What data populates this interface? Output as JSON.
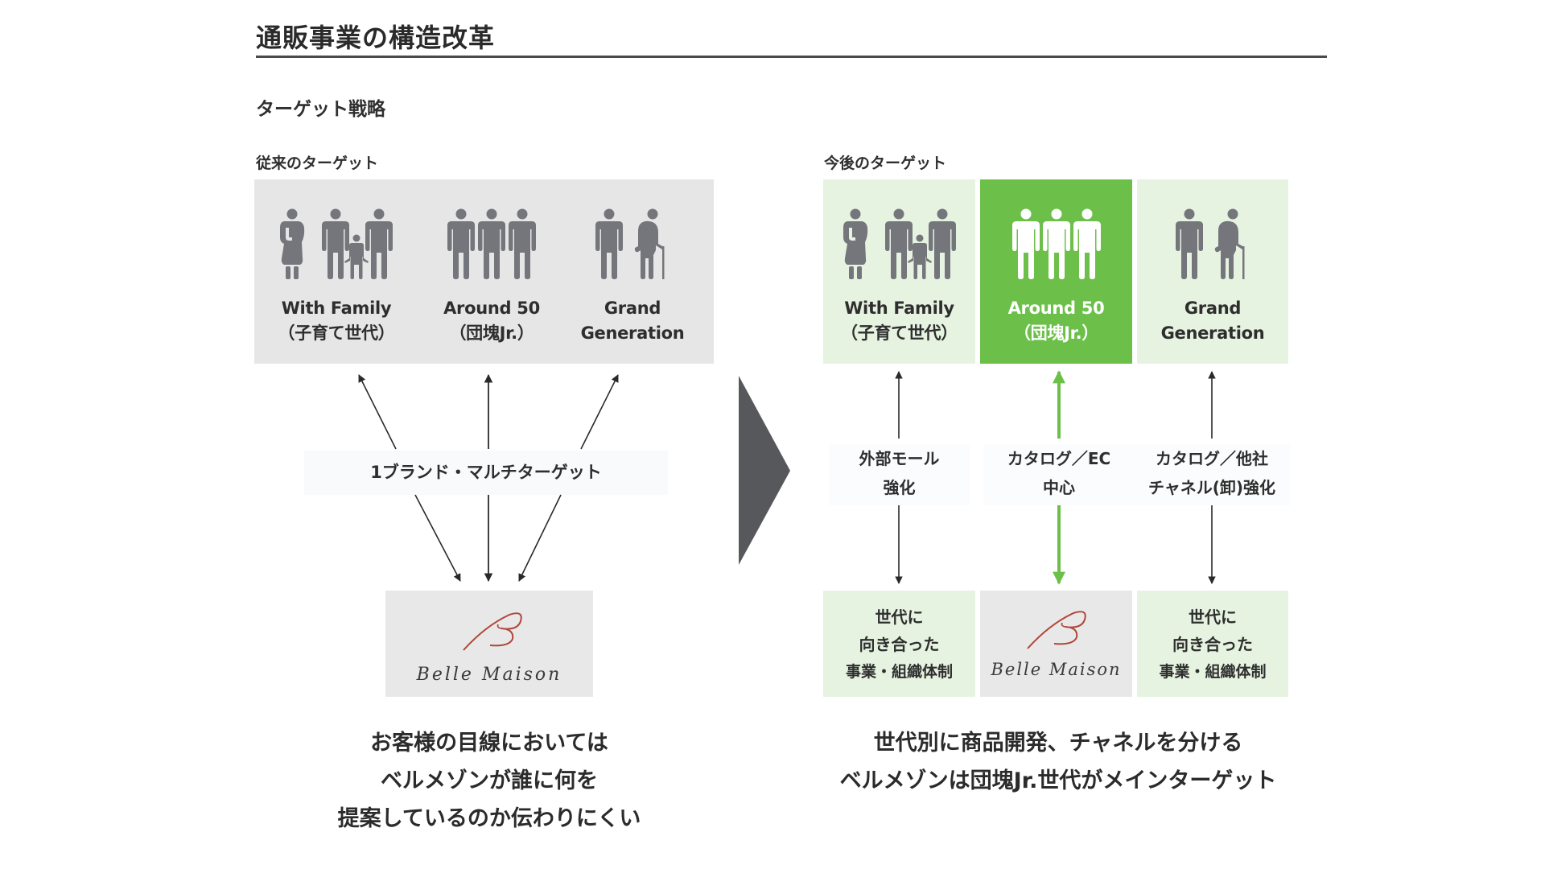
{
  "header": {
    "title": "通販事業の構造改革",
    "subtitle": "ターゲット戦略"
  },
  "colors": {
    "accent_green": "#6cc04a",
    "light_green": "#e6f3e1",
    "panel_gray": "#e6e6e6",
    "icon_gray": "#75767b",
    "chevron_gray": "#57585b",
    "logo_red": "#b0463a"
  },
  "before": {
    "label": "従来のターゲット",
    "segments": [
      {
        "name": "With Family",
        "sub": "（子育て世代）",
        "icon": "family-icon"
      },
      {
        "name": "Around 50",
        "sub": "（団塊Jr.）",
        "icon": "three-adults-icon"
      },
      {
        "name": "Grand",
        "sub": "Generation",
        "icon": "elderly-icon"
      }
    ],
    "center_label": "1ブランド・マルチターゲット",
    "brand": "Belle Maison",
    "caption": [
      "お客様の目線においては",
      "ベルメゾンが誰に何を",
      "提案しているのか伝わりにくい"
    ]
  },
  "after": {
    "label": "今後のターゲット",
    "segments": [
      {
        "name": "With Family",
        "sub": "（子育て世代）",
        "icon": "family-icon",
        "highlight": false
      },
      {
        "name": "Around 50",
        "sub": "（団塊Jr.）",
        "icon": "three-adults-icon",
        "highlight": true
      },
      {
        "name": "Grand",
        "sub": "Generation",
        "icon": "elderly-icon",
        "highlight": false
      }
    ],
    "channels": [
      {
        "line1": "外部モール",
        "line2": "強化"
      },
      {
        "line1": "カタログ／EC",
        "line2": "中心"
      },
      {
        "line1": "カタログ／他社",
        "line2": "チャネル(卸)強化"
      }
    ],
    "bottom": [
      {
        "lines": [
          "世代に",
          "向き合った",
          "事業・組織体制"
        ]
      },
      {
        "brand": "Belle Maison"
      },
      {
        "lines": [
          "世代に",
          "向き合った",
          "事業・組織体制"
        ]
      }
    ],
    "caption": [
      "世代別に商品開発、チャネルを分ける",
      "ベルメゾンは団塊Jr.世代がメインターゲット"
    ]
  },
  "transition_icon": "chevron-right-icon"
}
